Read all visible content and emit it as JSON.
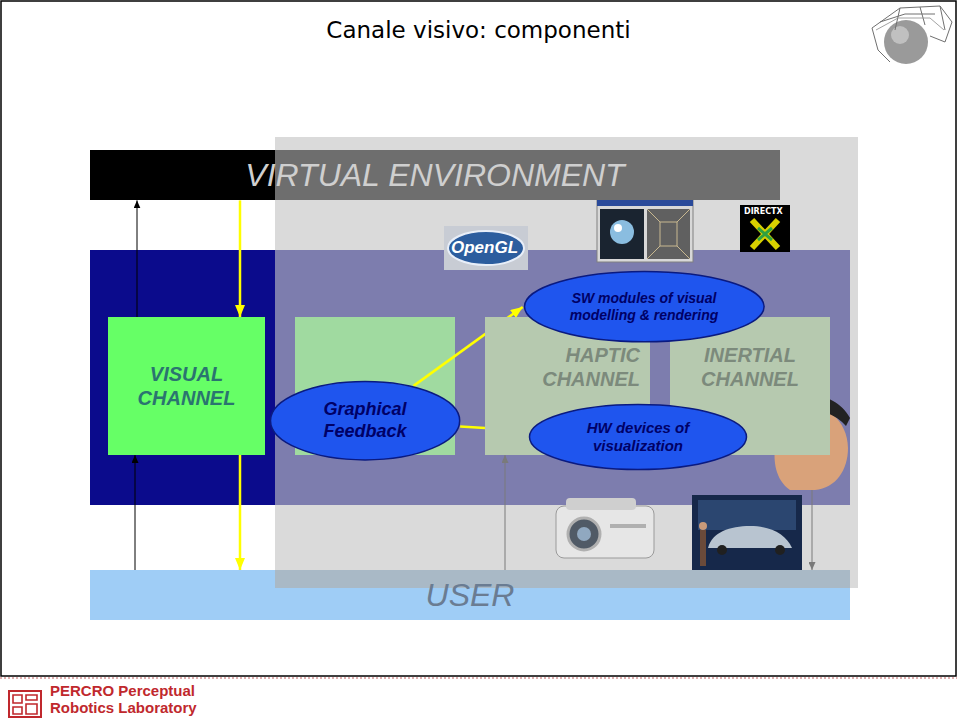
{
  "diagram": {
    "title": "Canale visivo: componenti",
    "nodes": [
      {
        "text": [
          "VIRTUAL ENVIRONMENT"
        ]
      },
      {
        "text": [
          "VISUAL CHANNEL"
        ]
      },
      {
        "text": [
          "HAPTIC CHANNEL"
        ]
      },
      {
        "text": [
          "INERTIAL CHANNEL"
        ]
      },
      {
        "text": [
          "USER"
        ]
      },
      {
        "text": [
          "Graphical Feedback"
        ]
      },
      {
        "text": [
          "SW modules of visual modelling & rendering"
        ]
      },
      {
        "text": [
          "HW devices of visualization"
        ]
      }
    ],
    "edges": [
      {
        "from": 0,
        "to": 1,
        "arrow": "to"
      },
      {
        "from": 1,
        "to": 0,
        "arrow": "to"
      },
      {
        "from": 4,
        "to": 1,
        "arrow": "to"
      },
      {
        "from": 1,
        "to": 4,
        "arrow": "to"
      },
      {
        "from": 5,
        "to": 6,
        "arrow": "to"
      },
      {
        "from": 5,
        "to": 7,
        "arrow": "to"
      },
      {
        "from": 4,
        "to": 2,
        "arrow": "to"
      },
      {
        "from": 3,
        "to": 4,
        "arrow": "to"
      }
    ],
    "labels": [
      "OpenGL",
      "DIRECTX",
      "PERCRO Perceptual Robotics Laboratory"
    ]
  }
}
